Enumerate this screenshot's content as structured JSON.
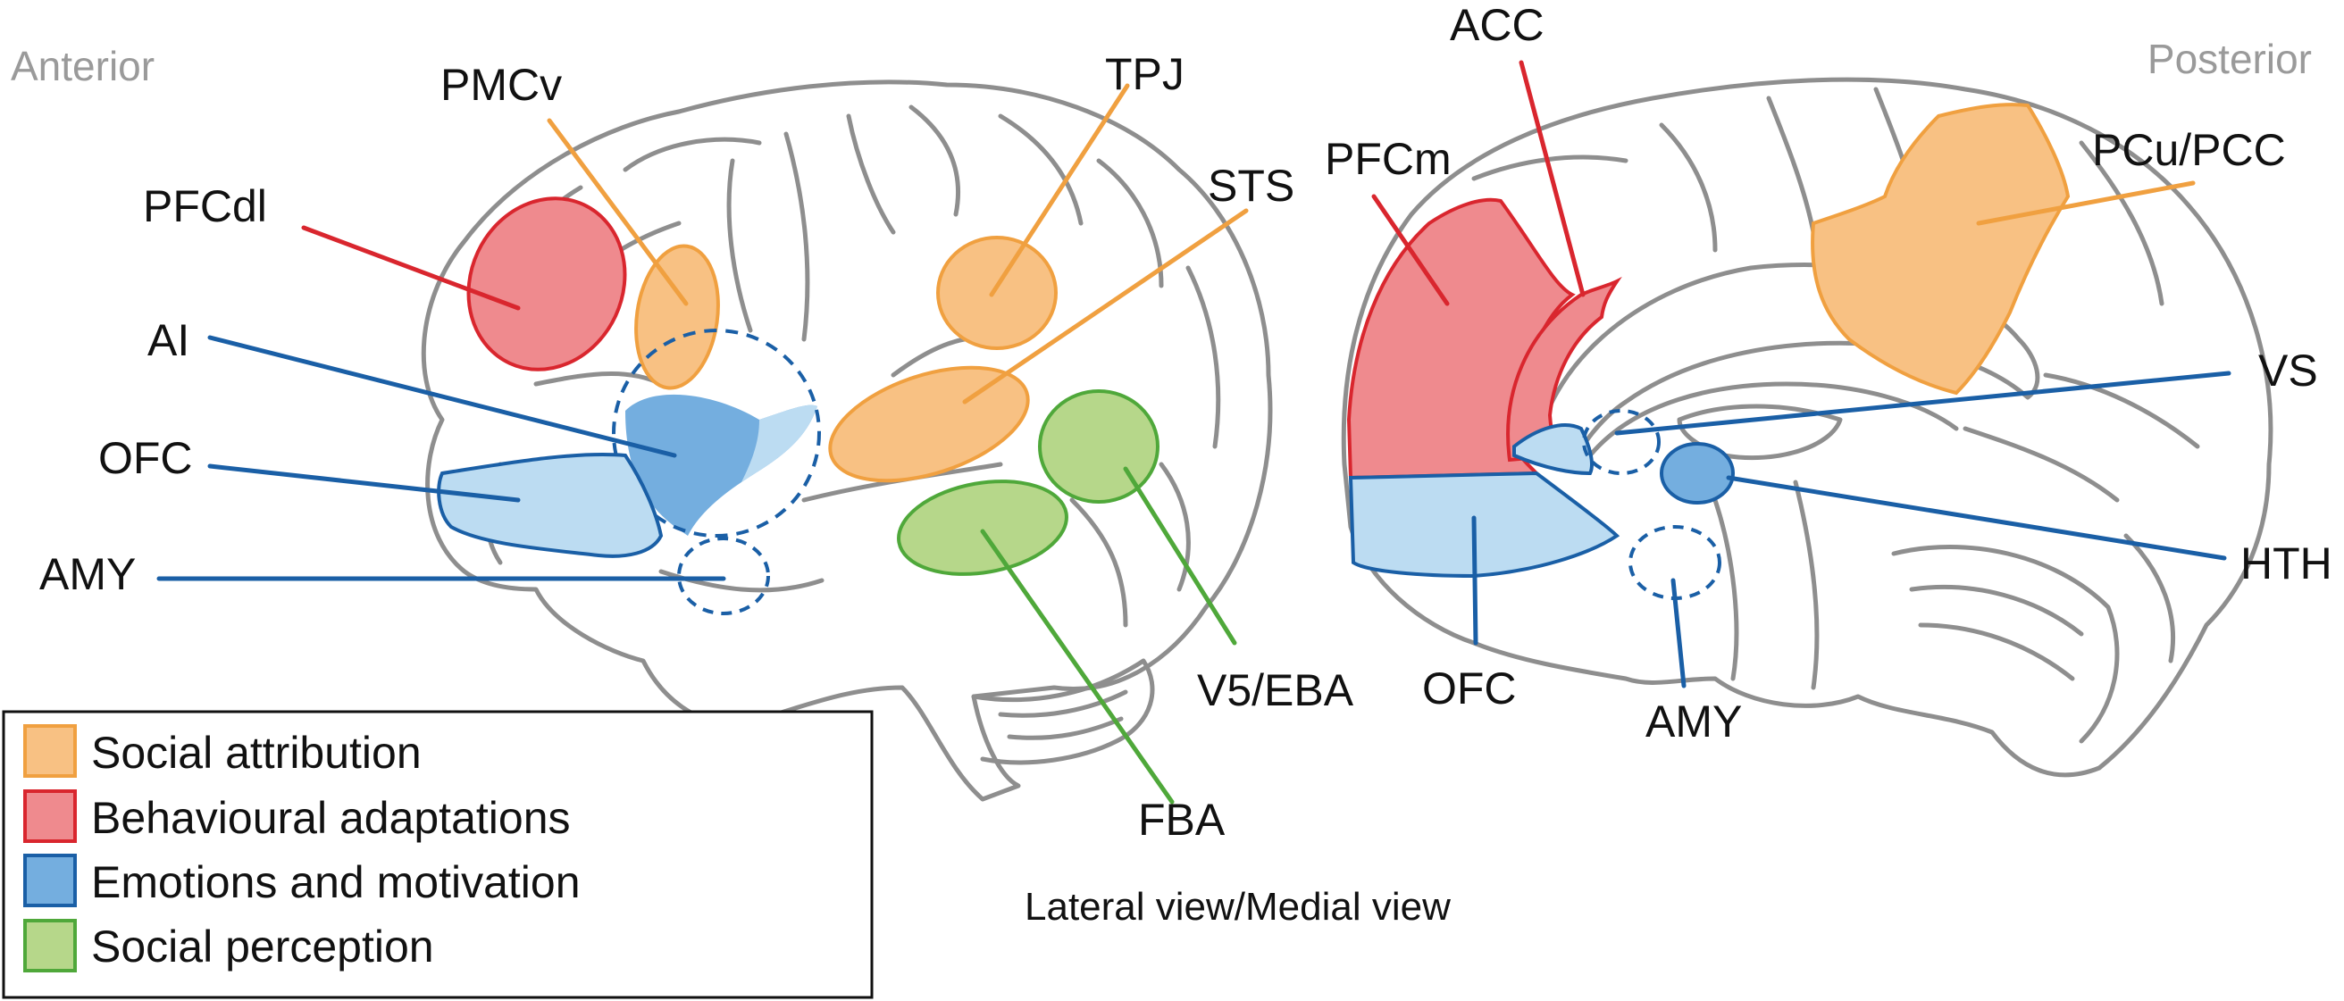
{
  "orientation": {
    "anterior": "Anterior",
    "posterior": "Posterior"
  },
  "caption": "Lateral view/Medial view",
  "colors": {
    "social_attribution": {
      "fill": "#f8c183",
      "stroke": "#f0a040"
    },
    "behavioural_adaptations": {
      "fill": "#ef8a8e",
      "stroke": "#d9262e"
    },
    "emotions_and_motivation": {
      "fill": "#74aedf",
      "stroke": "#1a5fa6",
      "light_fill": "#bcdcf2"
    },
    "social_perception": {
      "fill": "#b6d78a",
      "stroke": "#4fa83a"
    },
    "outline": "#8e8e8e"
  },
  "lateral_labels": {
    "pmcv": "PMCv",
    "pfcdl": "PFCdl",
    "ai": "AI",
    "ofc": "OFC",
    "amy": "AMY",
    "tpj": "TPJ",
    "sts": "STS",
    "v5eba": "V5/EBA",
    "fba": "FBA"
  },
  "medial_labels": {
    "acc": "ACC",
    "pfcm": "PFCm",
    "pcupcc": "PCu/PCC",
    "vs": "VS",
    "hth": "HTH",
    "ofc": "OFC",
    "amy": "AMY"
  },
  "legend": [
    {
      "label": "Social attribution",
      "color_key": "social_attribution"
    },
    {
      "label": "Behavioural adaptations",
      "color_key": "behavioural_adaptations"
    },
    {
      "label": "Emotions and motivation",
      "color_key": "emotions_and_motivation"
    },
    {
      "label": "Social perception",
      "color_key": "social_perception"
    }
  ]
}
